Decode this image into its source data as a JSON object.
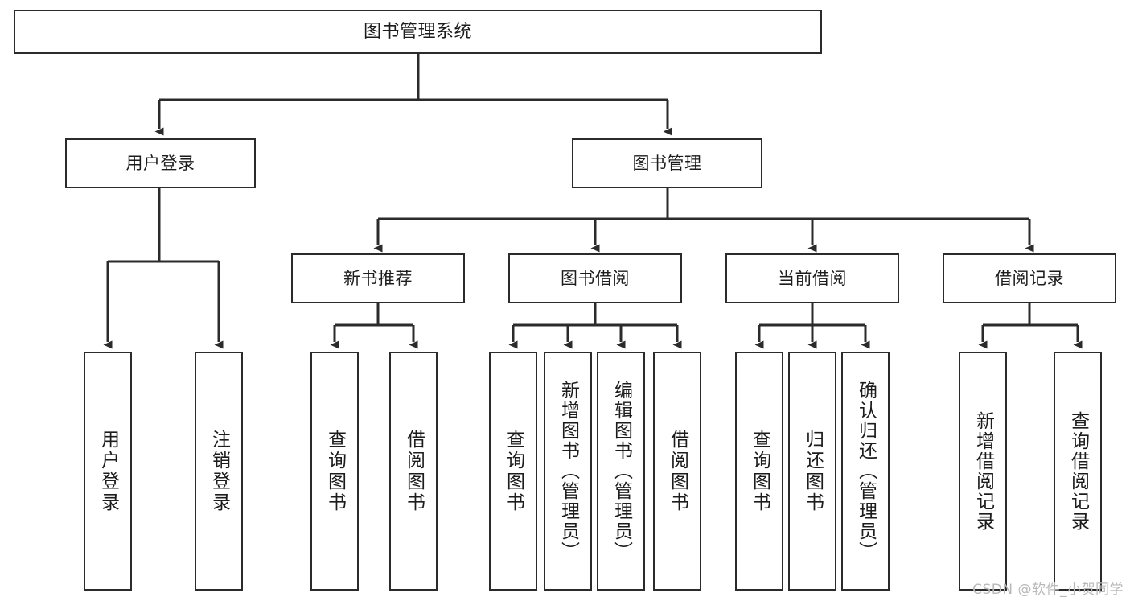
{
  "diagram": {
    "title": "图书管理系统",
    "type": "tree-hierarchy-chart",
    "watermark": "CSDN @软件_小贺同学",
    "colors": {
      "stroke": "#2b2b2b",
      "fill": "#ffffff",
      "text": "#1c1c1c",
      "watermark": "#b9b9b9"
    },
    "root": {
      "label": "图书管理系统"
    },
    "level2": [
      {
        "id": "user-login",
        "label": "用户登录"
      },
      {
        "id": "book-manage",
        "label": "图书管理"
      }
    ],
    "level3": [
      {
        "id": "new-book-recommend",
        "label": "新书推荐"
      },
      {
        "id": "book-borrow",
        "label": "图书借阅"
      },
      {
        "id": "current-borrow",
        "label": "当前借阅"
      },
      {
        "id": "borrow-record",
        "label": "借阅记录"
      }
    ],
    "leaves": {
      "user_login": [
        {
          "id": "leaf-user-login",
          "label": "用户登录"
        },
        {
          "id": "leaf-logout",
          "label": "注销登录"
        }
      ],
      "new_book_recommend": [
        {
          "id": "leaf-query-book-1",
          "label": "查询图书"
        },
        {
          "id": "leaf-borrow-book-1",
          "label": "借阅图书"
        }
      ],
      "book_borrow": [
        {
          "id": "leaf-query-book-2",
          "label": "查询图书"
        },
        {
          "id": "leaf-add-book",
          "label": "新增图书（管理员）"
        },
        {
          "id": "leaf-edit-book",
          "label": "编辑图书（管理员）"
        },
        {
          "id": "leaf-borrow-book-2",
          "label": "借阅图书"
        }
      ],
      "current_borrow": [
        {
          "id": "leaf-query-book-3",
          "label": "查询图书"
        },
        {
          "id": "leaf-return-book",
          "label": "归还图书"
        },
        {
          "id": "leaf-confirm-return",
          "label": "确认归还（管理员）"
        }
      ],
      "borrow_record": [
        {
          "id": "leaf-add-record",
          "label": "新增借阅记录"
        },
        {
          "id": "leaf-query-record",
          "label": "查询借阅记录"
        }
      ]
    }
  }
}
